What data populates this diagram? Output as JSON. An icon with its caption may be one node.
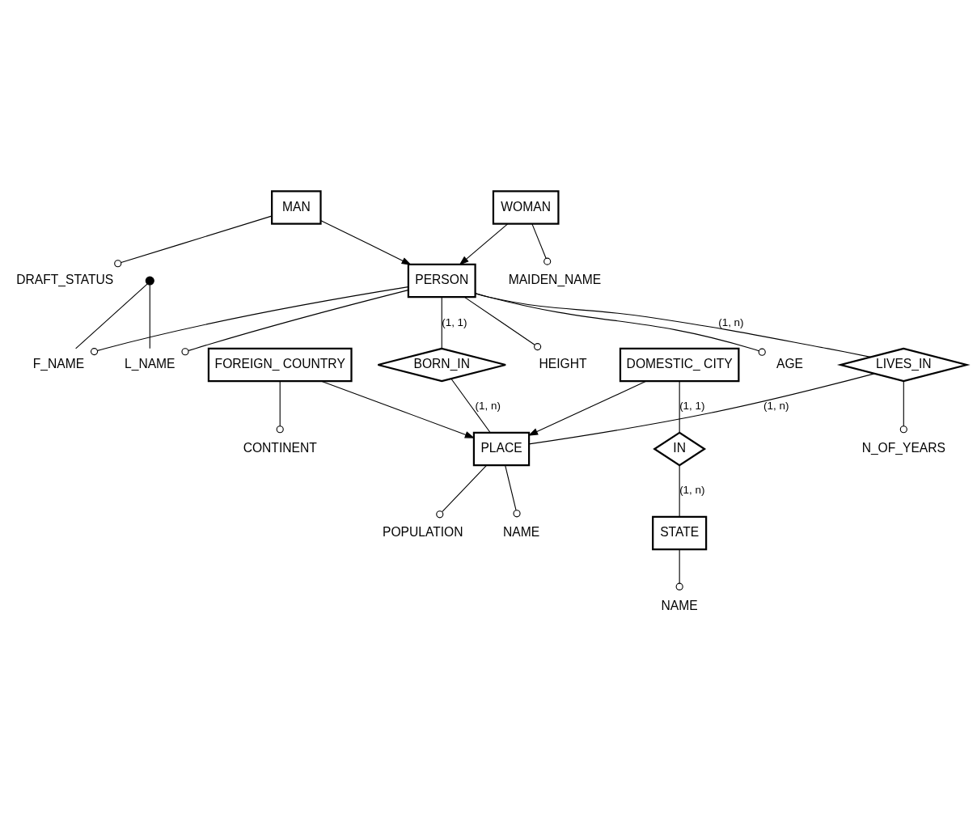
{
  "diagram": {
    "nodes": [
      {
        "text": [
          "PERSON"
        ]
      },
      {
        "text": [
          "BORN_IN"
        ]
      },
      {
        "text": [
          "LIVES_IN"
        ]
      },
      {
        "text": [
          "PLACE"
        ]
      },
      {
        "text": [
          "MAN"
        ]
      },
      {
        "text": [
          "WOMAN"
        ]
      },
      {
        "text": [
          "FOREIGN_ COUNTRY"
        ]
      },
      {
        "text": [
          "DOMESTIC_ CITY"
        ]
      },
      {
        "text": [
          "IN"
        ]
      },
      {
        "text": [
          "STATE"
        ]
      },
      {
        "text": [
          "AGE"
        ]
      },
      {
        "text": [
          "HEIGHT"
        ]
      },
      {
        "text": [
          "L_NAME"
        ]
      },
      {
        "text": [
          "F_NAME"
        ]
      },
      {
        "text": [],
        "shape": "circle"
      },
      {
        "text": [
          "NAME"
        ]
      },
      {
        "text": [
          "POPULATION"
        ]
      },
      {
        "text": [
          "N_OF_YEARS"
        ]
      },
      {
        "text": [
          "DRAFT_STATUS"
        ]
      },
      {
        "text": [
          "MAIDEN_NAME"
        ]
      },
      {
        "text": [
          "CONTINENT"
        ]
      },
      {
        "text": [
          "NAME"
        ]
      }
    ],
    "edges": [
      {
        "from": 0,
        "to": 1,
        "arrow": "none",
        "label": "(1, 1)"
      },
      {
        "from": 1,
        "to": 3,
        "arrow": "none",
        "label": "(1, n)"
      },
      {
        "from": 0,
        "to": 2,
        "arrow": "none",
        "label": "(1, n)"
      },
      {
        "from": 2,
        "to": 3,
        "arrow": "none",
        "label": "(1, n)"
      },
      {
        "from": 0,
        "to": 10,
        "arrow": "other"
      },
      {
        "from": 0,
        "to": 11,
        "arrow": "other"
      },
      {
        "from": 0,
        "to": 12,
        "arrow": "other"
      },
      {
        "from": 0,
        "to": 13,
        "arrow": "other"
      },
      {
        "from": 14,
        "to": 12,
        "arrow": "none"
      },
      {
        "from": 14,
        "to": 13,
        "arrow": "none"
      },
      {
        "from": 3,
        "to": 15,
        "arrow": "other"
      },
      {
        "from": 3,
        "to": 16,
        "arrow": "other"
      },
      {
        "from": 2,
        "to": 17,
        "arrow": "other"
      },
      {
        "from": 4,
        "to": 0,
        "arrow": "to"
      },
      {
        "from": 5,
        "to": 0,
        "arrow": "to"
      },
      {
        "from": 4,
        "to": 18,
        "arrow": "other"
      },
      {
        "from": 5,
        "to": 19,
        "arrow": "other"
      },
      {
        "from": 6,
        "to": 3,
        "arrow": "to"
      },
      {
        "from": 7,
        "to": 3,
        "arrow": "to"
      },
      {
        "from": 6,
        "to": 20,
        "arrow": "other"
      },
      {
        "from": 7,
        "to": 8,
        "arrow": "none",
        "label": "(1, 1)"
      },
      {
        "from": 8,
        "to": 9,
        "arrow": "none",
        "label": "(1, n)"
      },
      {
        "from": 9,
        "to": 21,
        "arrow": "other"
      }
    ]
  }
}
